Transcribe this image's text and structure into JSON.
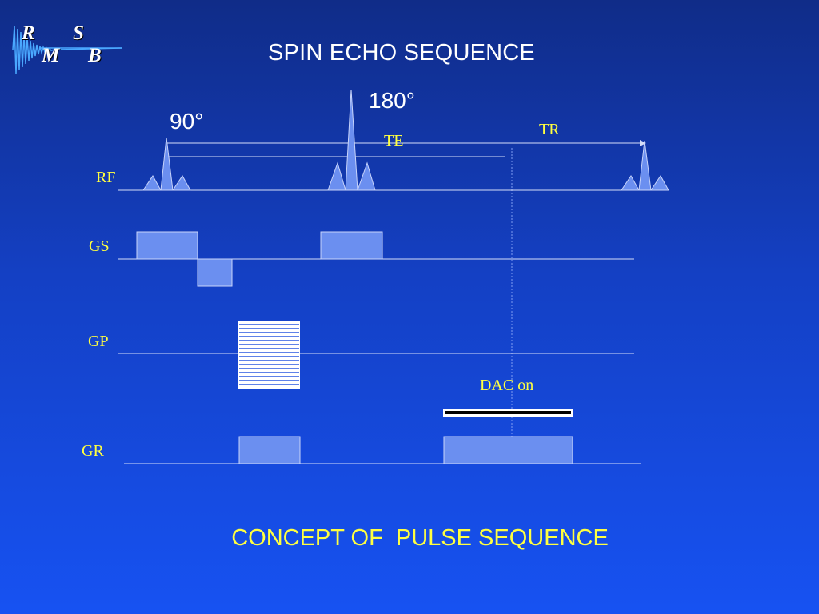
{
  "title": "SPIN ECHO SEQUENCE",
  "subtitle": "CONCEPT OF  PULSE SEQUENCE",
  "logo": {
    "letters": [
      "R",
      "S",
      "M",
      "B"
    ]
  },
  "rf_labels": {
    "pulse_90": "90°",
    "pulse_180": "180°",
    "te": "TE",
    "tr": "TR"
  },
  "rows": [
    {
      "id": "rf",
      "label": "RF"
    },
    {
      "id": "gs",
      "label": "GS"
    },
    {
      "id": "gp",
      "label": "GP"
    },
    {
      "id": "gr",
      "label": "GR"
    }
  ],
  "dac_label": "DAC on",
  "colors": {
    "pulse_fill": "#6b8ff0",
    "baseline": "#d6def8",
    "text_white": "#ffffff",
    "text_yellow": "#ffff40"
  }
}
